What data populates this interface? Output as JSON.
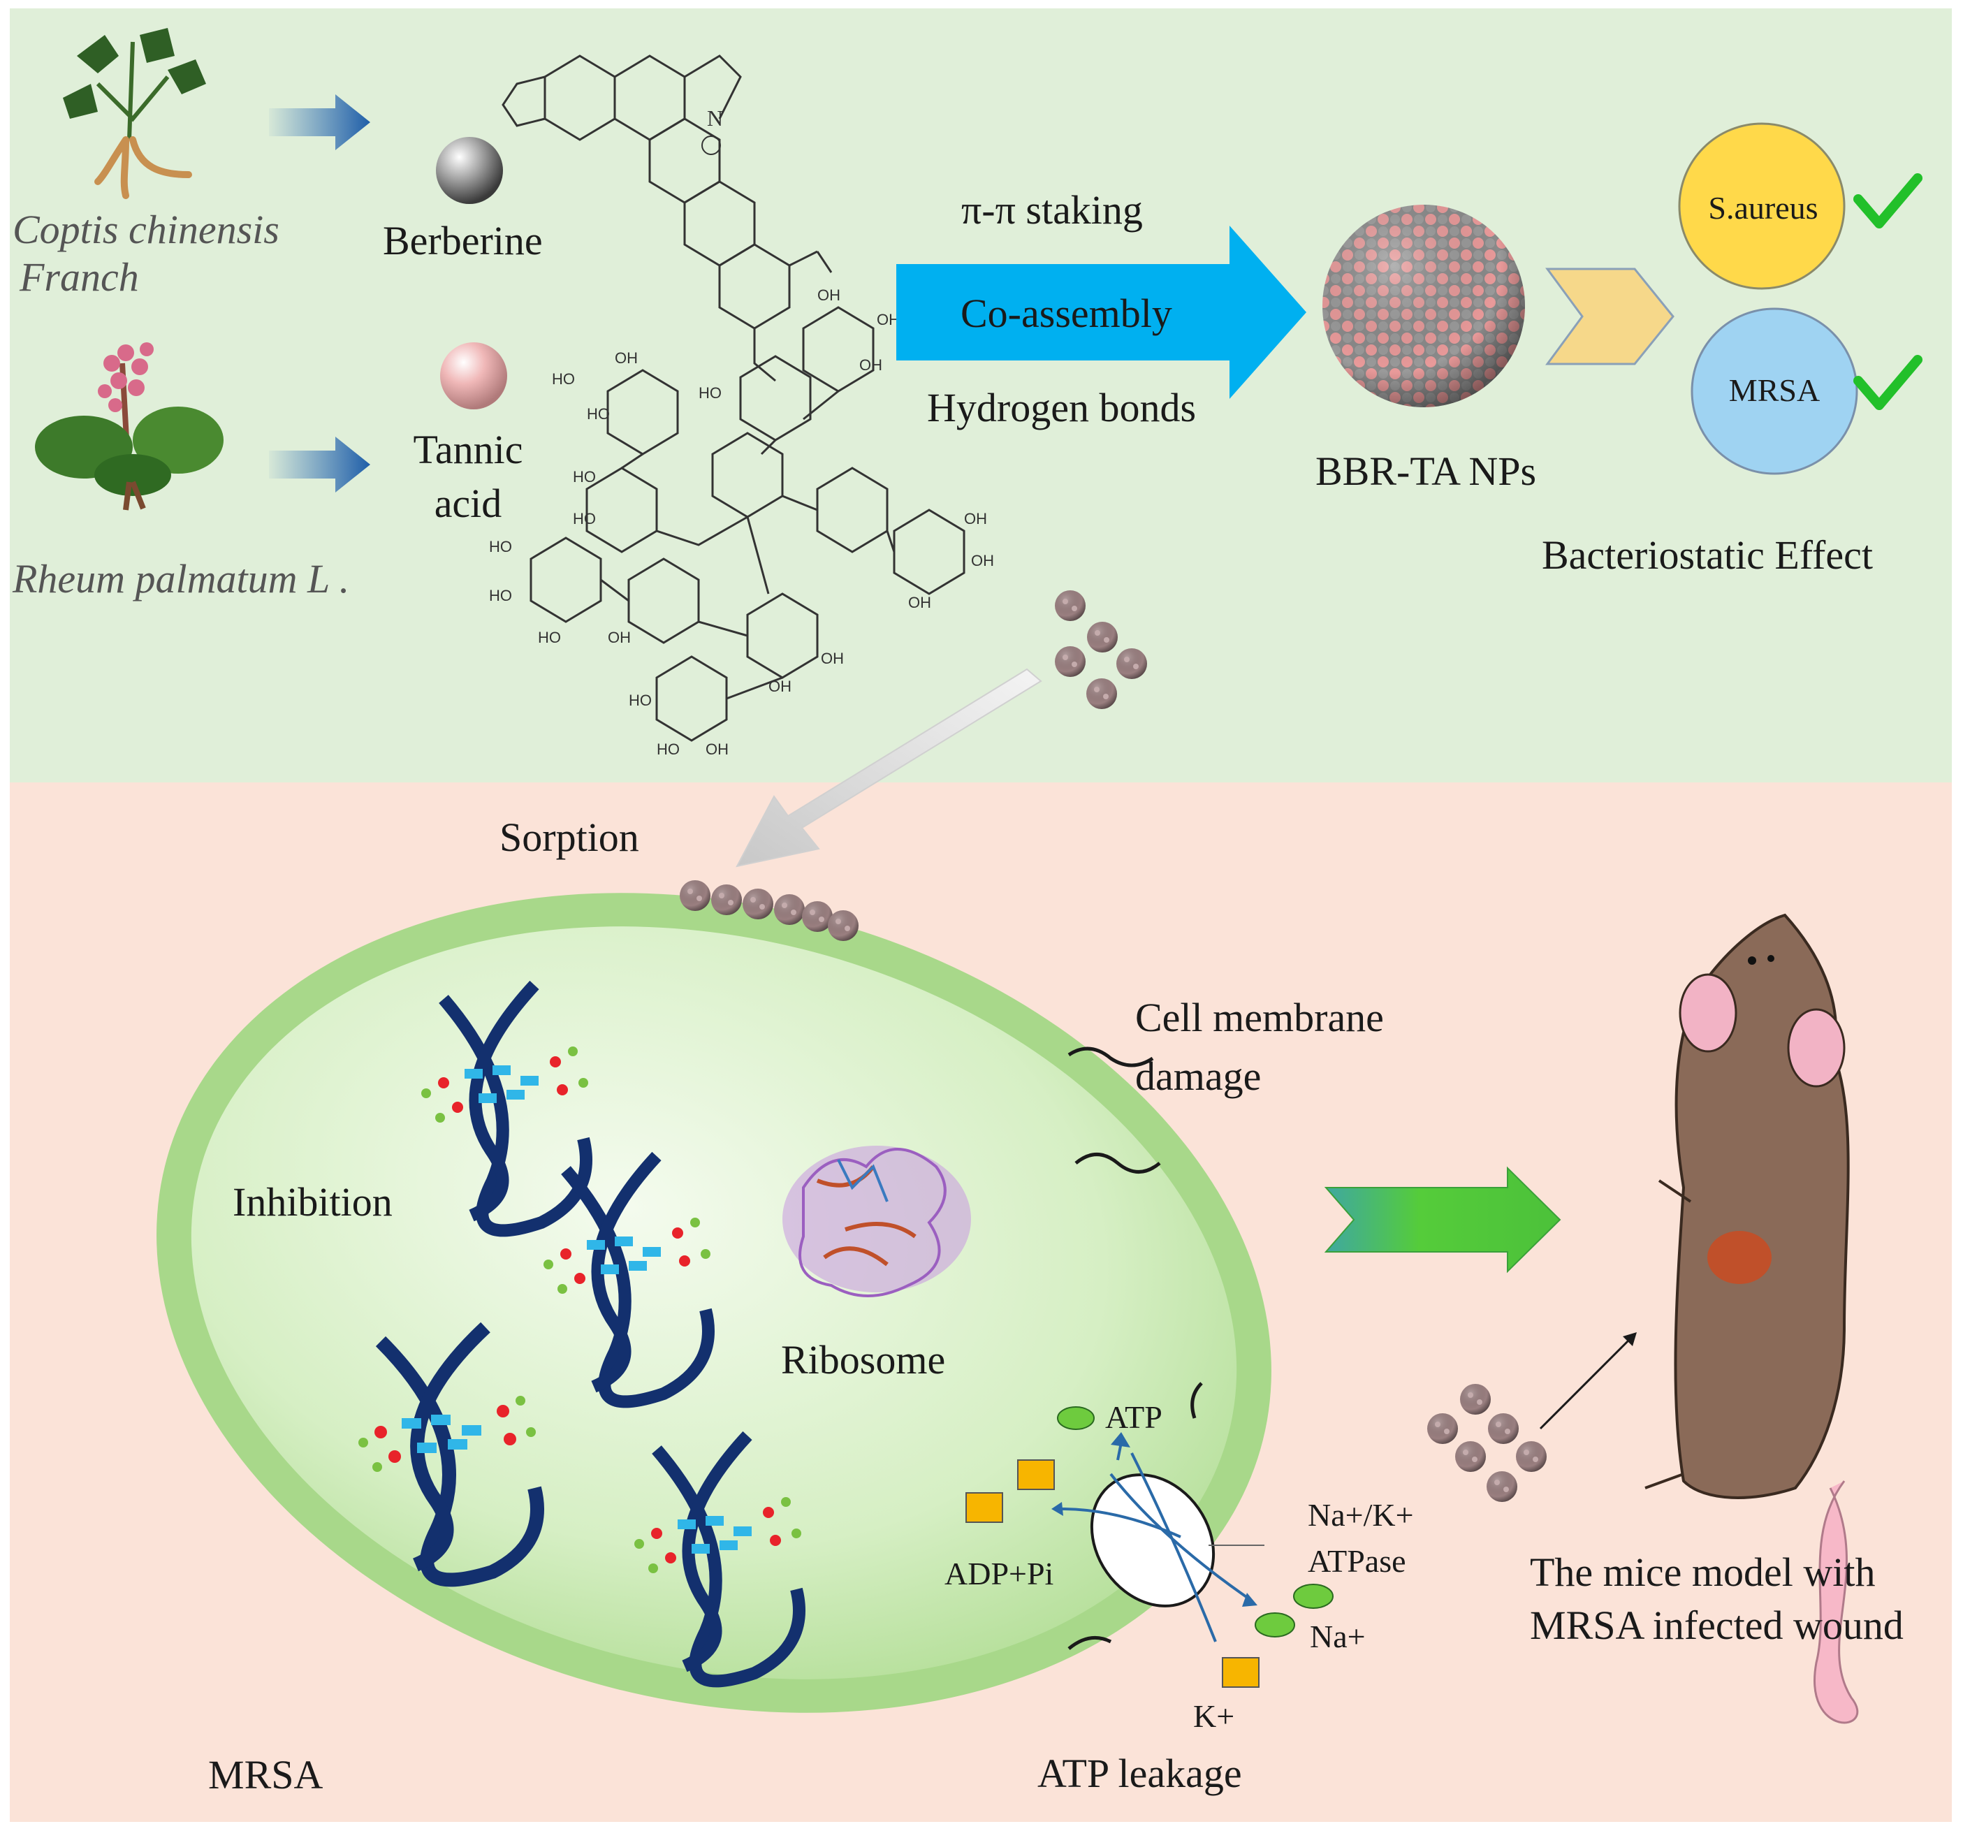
{
  "sources": {
    "plant1": "Coptis chinensis",
    "plant1_line2": "Franch",
    "plant2": "Rheum palmatum L ."
  },
  "compounds": {
    "berberine": "Berberine",
    "tannic_line1": "Tannic",
    "tannic_line2": "acid"
  },
  "assembly": {
    "pi_stacking": "π-π staking",
    "co_assembly": "Co-assembly",
    "hydrogen_bonds": "Hydrogen bonds",
    "nanoparticle": "BBR-TA NPs"
  },
  "effect": {
    "saureus": "S.aureus",
    "mrsa": "MRSA",
    "title": "Bacteriostatic Effect"
  },
  "mechanism": {
    "sorption": "Sorption",
    "membrane_line1": "Cell membrane",
    "membrane_line2": "damage",
    "inhibition": "Inhibition",
    "ribosome": "Ribosome",
    "atp": "ATP",
    "adp": "ADP+Pi",
    "atpase_line1": "Na+/K+",
    "atpase_line2": "ATPase",
    "na": "Na+",
    "k": "K+",
    "atp_leakage": "ATP leakage",
    "cell_label": "MRSA"
  },
  "model": {
    "line1": "The mice model with",
    "line2": "MRSA infected wound"
  },
  "colors": {
    "top_bg": "#e0efd9",
    "bottom_bg": "#fbe3d8",
    "assembly_arrow": "#00b0f0",
    "treatment_arrow": "#55cc3a",
    "check": "#22c02a",
    "saureus_circle": "#ffd94a",
    "mrsa_circle": "#9fd3f2",
    "dna": "#13306e",
    "base_pair": "#30b6e8",
    "wound": "#c0502a"
  }
}
